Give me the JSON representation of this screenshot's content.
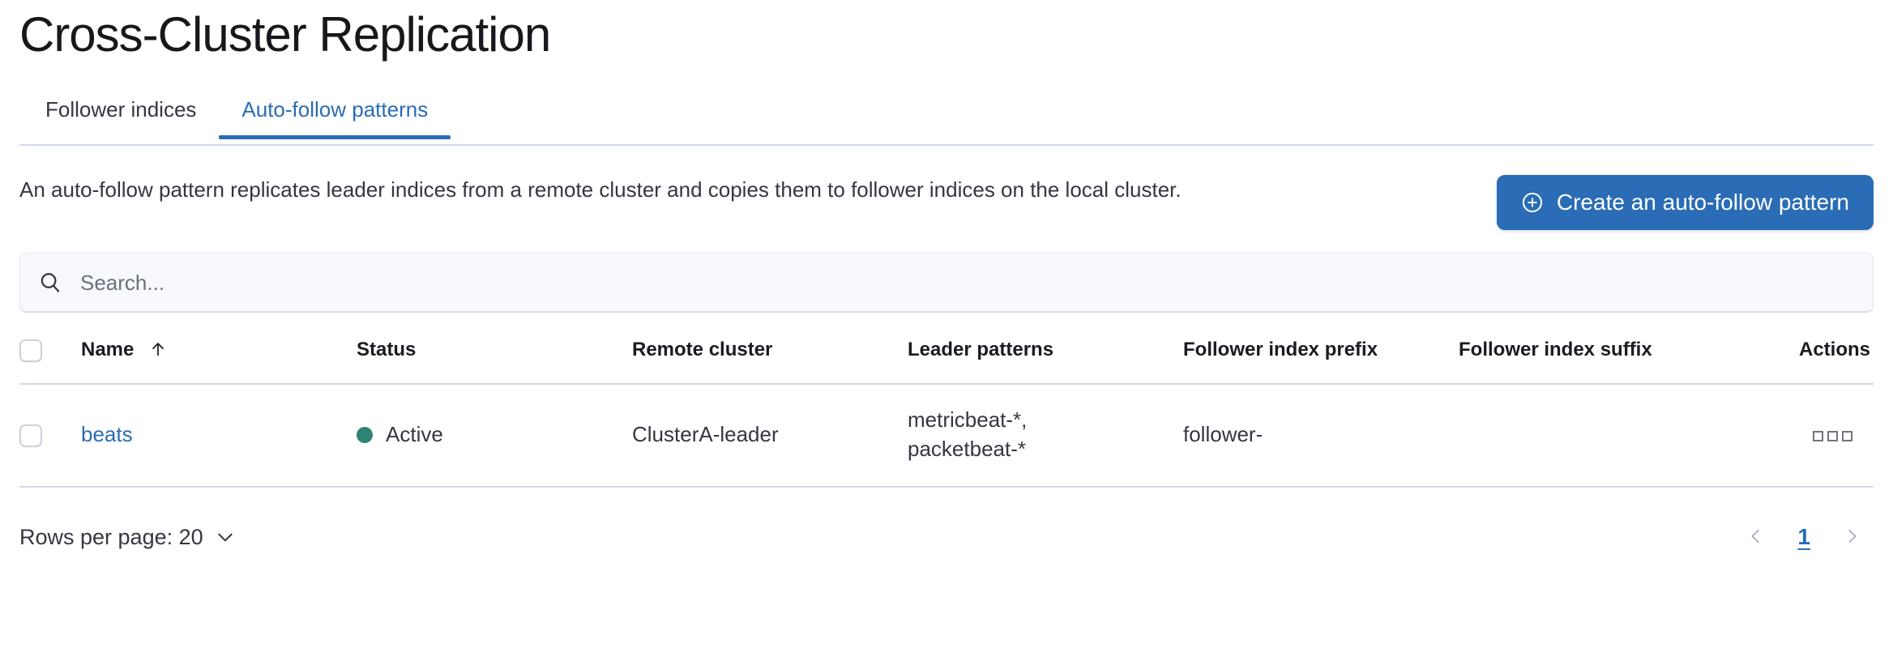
{
  "header": {
    "title": "Cross-Cluster Replication"
  },
  "tabs": [
    {
      "label": "Follower indices",
      "selected": false
    },
    {
      "label": "Auto-follow patterns",
      "selected": true
    }
  ],
  "intro": {
    "description": "An auto-follow pattern replicates leader indices from a remote cluster and copies them to follower indices on the local cluster.",
    "create_button_label": "Create an auto-follow pattern",
    "create_button_icon": "plus-in-circle-icon"
  },
  "search": {
    "placeholder": "Search...",
    "value": "",
    "icon": "search-icon"
  },
  "table": {
    "columns": [
      "Name",
      "Status",
      "Remote cluster",
      "Leader patterns",
      "Follower index prefix",
      "Follower index suffix",
      "Actions"
    ],
    "sort": {
      "column": "Name",
      "direction": "asc",
      "icon": "arrow-up-icon"
    },
    "rows": [
      {
        "name": "beats",
        "status": "Active",
        "status_color": "#2e8373",
        "remote_cluster": "ClusterA-leader",
        "leader_patterns": "metricbeat-*,\npacketbeat-*",
        "follower_index_prefix": "follower-",
        "follower_index_suffix": "",
        "actions_icon": "actions-boxes-icon"
      }
    ]
  },
  "footer": {
    "rows_per_page_label": "Rows per page: 20",
    "rows_per_page_icon": "chevron-down-icon",
    "pagination": {
      "prev_icon": "chevron-left-icon",
      "next_icon": "chevron-right-icon",
      "current_page": "1"
    }
  },
  "colors": {
    "accent": "#2a6cb5",
    "status_active": "#2e8373",
    "border": "#d3dae6",
    "text": "#343741"
  }
}
